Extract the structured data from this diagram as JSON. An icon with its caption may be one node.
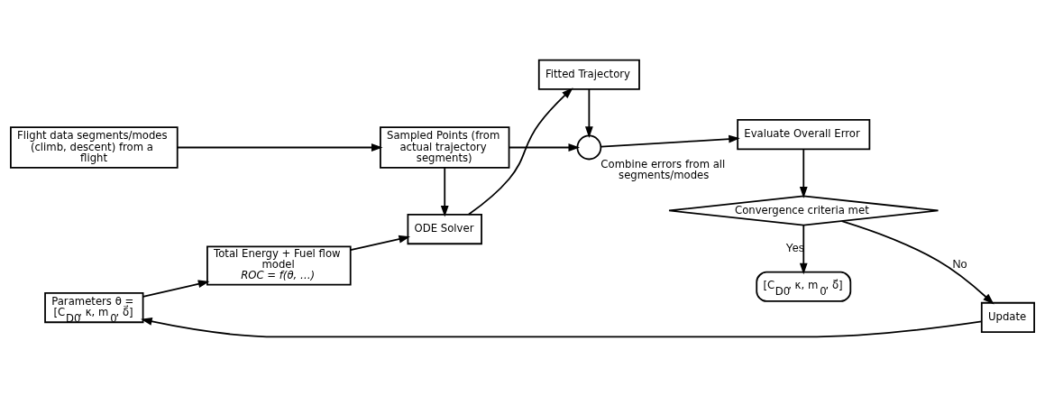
{
  "diagram": {
    "nodes": [
      {
        "text": [
          "Flight data segments/modes (climb, descent) from a flight"
        ]
      },
      {
        "text": [
          "Sampled Points (from actual trajectory segments)"
        ]
      },
      {
        "text": [
          "Parameters θ = [C$_{D0}$, κ, m$_{0}$, δ⃗]"
        ]
      },
      {
        "text": [
          "Total Energy + Fuel flow model",
          "ROC = f(θ, …)"
        ]
      },
      {
        "text": [
          "ODE Solver"
        ]
      },
      {
        "text": [
          "Fitted Trajectory"
        ]
      },
      {
        "text": [],
        "shape": "circle",
        "beside": [
          "Combine errors from all segments/modes"
        ]
      },
      {
        "text": [
          "Evaluate Overall Error"
        ]
      },
      {
        "text": [
          "Convergence criteria met"
        ]
      },
      {
        "text": [
          "Update"
        ]
      },
      {
        "text": [
          "[C$_{D0}$, κ, m$_{0}$, δ⃗]"
        ]
      }
    ],
    "edges": [
      {
        "from": 0,
        "to": 1,
        "arrow": "to"
      },
      {
        "from": 1,
        "to": 4,
        "arrow": "to"
      },
      {
        "from": 1,
        "to": 6,
        "arrow": "to"
      },
      {
        "from": 2,
        "to": 3,
        "arrow": "to"
      },
      {
        "from": 3,
        "to": 4,
        "arrow": "to"
      },
      {
        "from": 4,
        "to": 5,
        "arrow": "to"
      },
      {
        "from": 5,
        "to": 6,
        "arrow": "to"
      },
      {
        "from": 6,
        "to": 7,
        "arrow": "to"
      },
      {
        "from": 7,
        "to": 8,
        "arrow": "to"
      },
      {
        "from": 8,
        "to": 9,
        "label": "No",
        "arrow": "to"
      },
      {
        "from": 9,
        "to": 2,
        "arrow": "to"
      },
      {
        "from": 8,
        "to": 10,
        "label": "Yes",
        "arrow": "to"
      }
    ]
  }
}
